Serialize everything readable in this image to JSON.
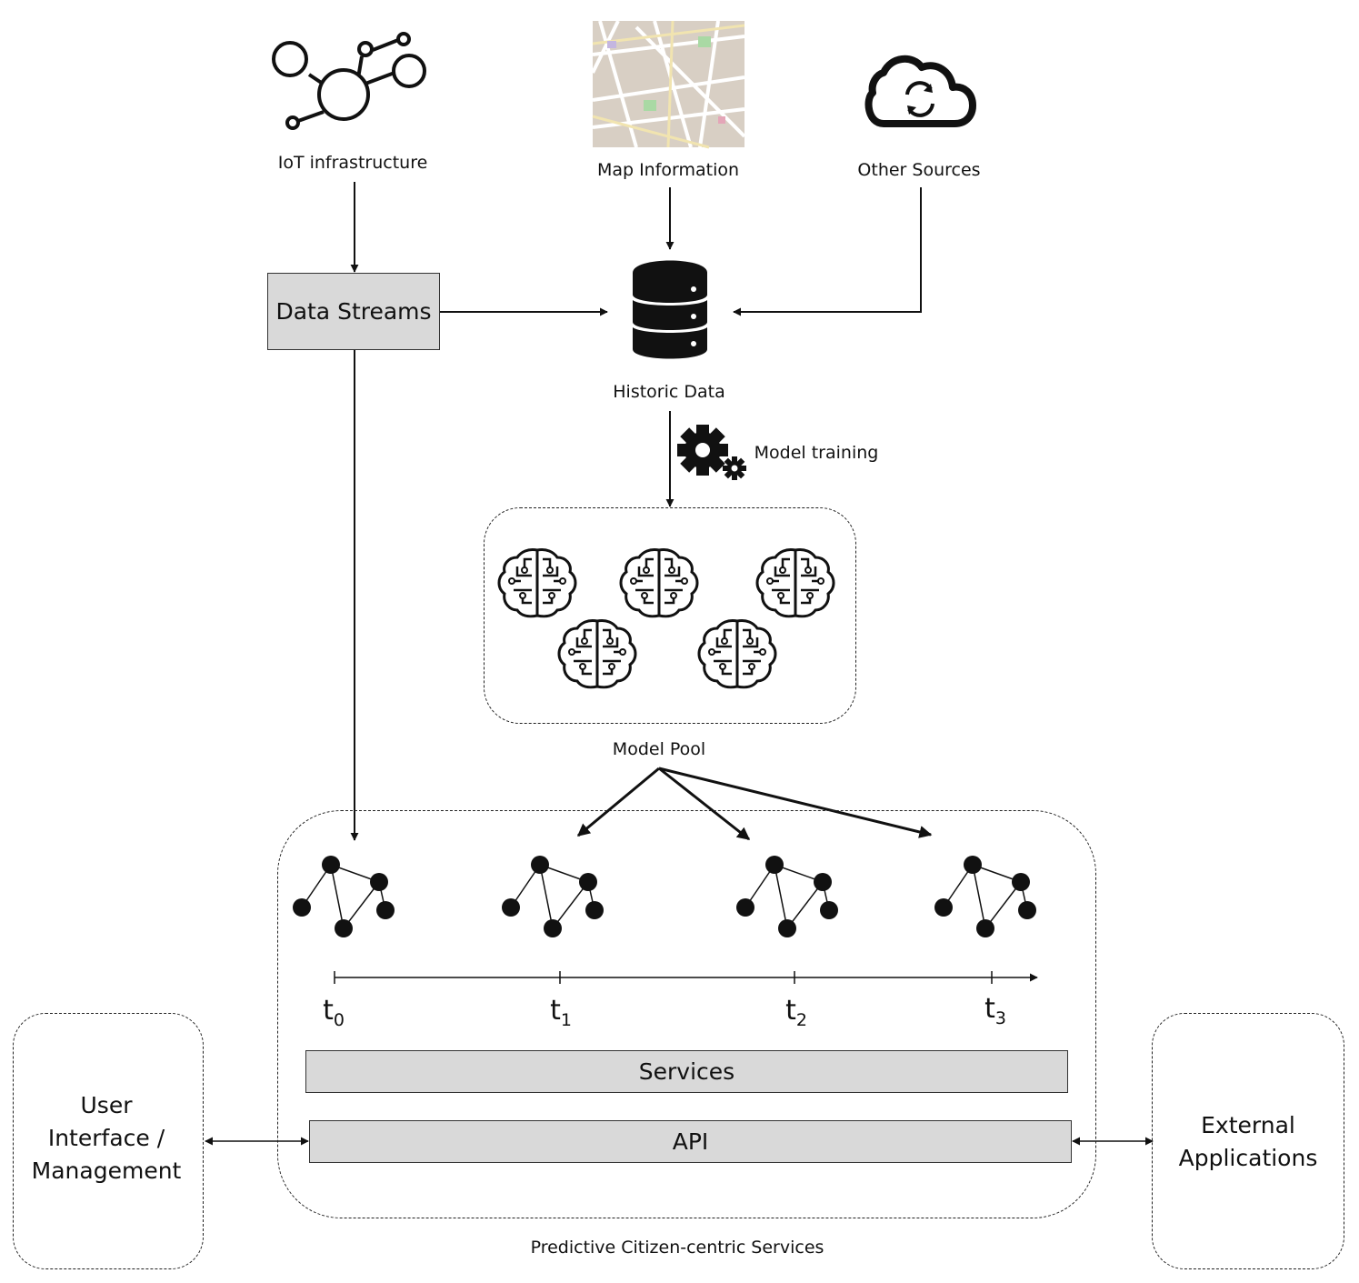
{
  "sources": {
    "iot": "IoT infrastructure",
    "map": "Map Information",
    "other": "Other Sources"
  },
  "data_streams": "Data Streams",
  "historic_data": "Historic Data",
  "model_training": "Model training",
  "model_pool": "Model Pool",
  "timeline": [
    {
      "base": "t",
      "sub": "0"
    },
    {
      "base": "t",
      "sub": "1"
    },
    {
      "base": "t",
      "sub": "2"
    },
    {
      "base": "t",
      "sub": "3"
    }
  ],
  "services": "Services",
  "api": "API",
  "predictive_services": "Predictive Citizen-centric Services",
  "user_interface": "User Interface / Management",
  "external_apps": "External Applications",
  "colors": {
    "box_fill": "#d9d9d9",
    "map_bg": "#d8cfc4",
    "line": "#111111"
  },
  "icons": [
    "iot-network-icon",
    "map-thumbnail-icon",
    "cloud-sync-icon",
    "database-icon",
    "gears-icon",
    "brain-icon",
    "graph-icon"
  ]
}
